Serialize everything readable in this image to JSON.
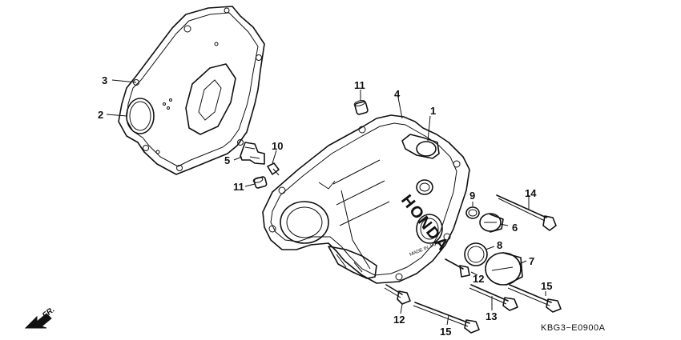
{
  "diagram": {
    "callouts": {
      "c1": "1",
      "c2": "2",
      "c3": "3",
      "c4": "4",
      "c5": "5",
      "c6": "6",
      "c7": "7",
      "c8": "8",
      "c9": "9",
      "c10": "10",
      "c11a": "11",
      "c11b": "11",
      "c12a": "12",
      "c12b": "12",
      "c13": "13",
      "c14": "14",
      "c15a": "15",
      "c15b": "15"
    },
    "cover_logo": "HONDA",
    "cover_small_text": "MADE IN JAPAN",
    "front_indicator": "FR.",
    "diagram_code": "KBG3−E0900A"
  }
}
